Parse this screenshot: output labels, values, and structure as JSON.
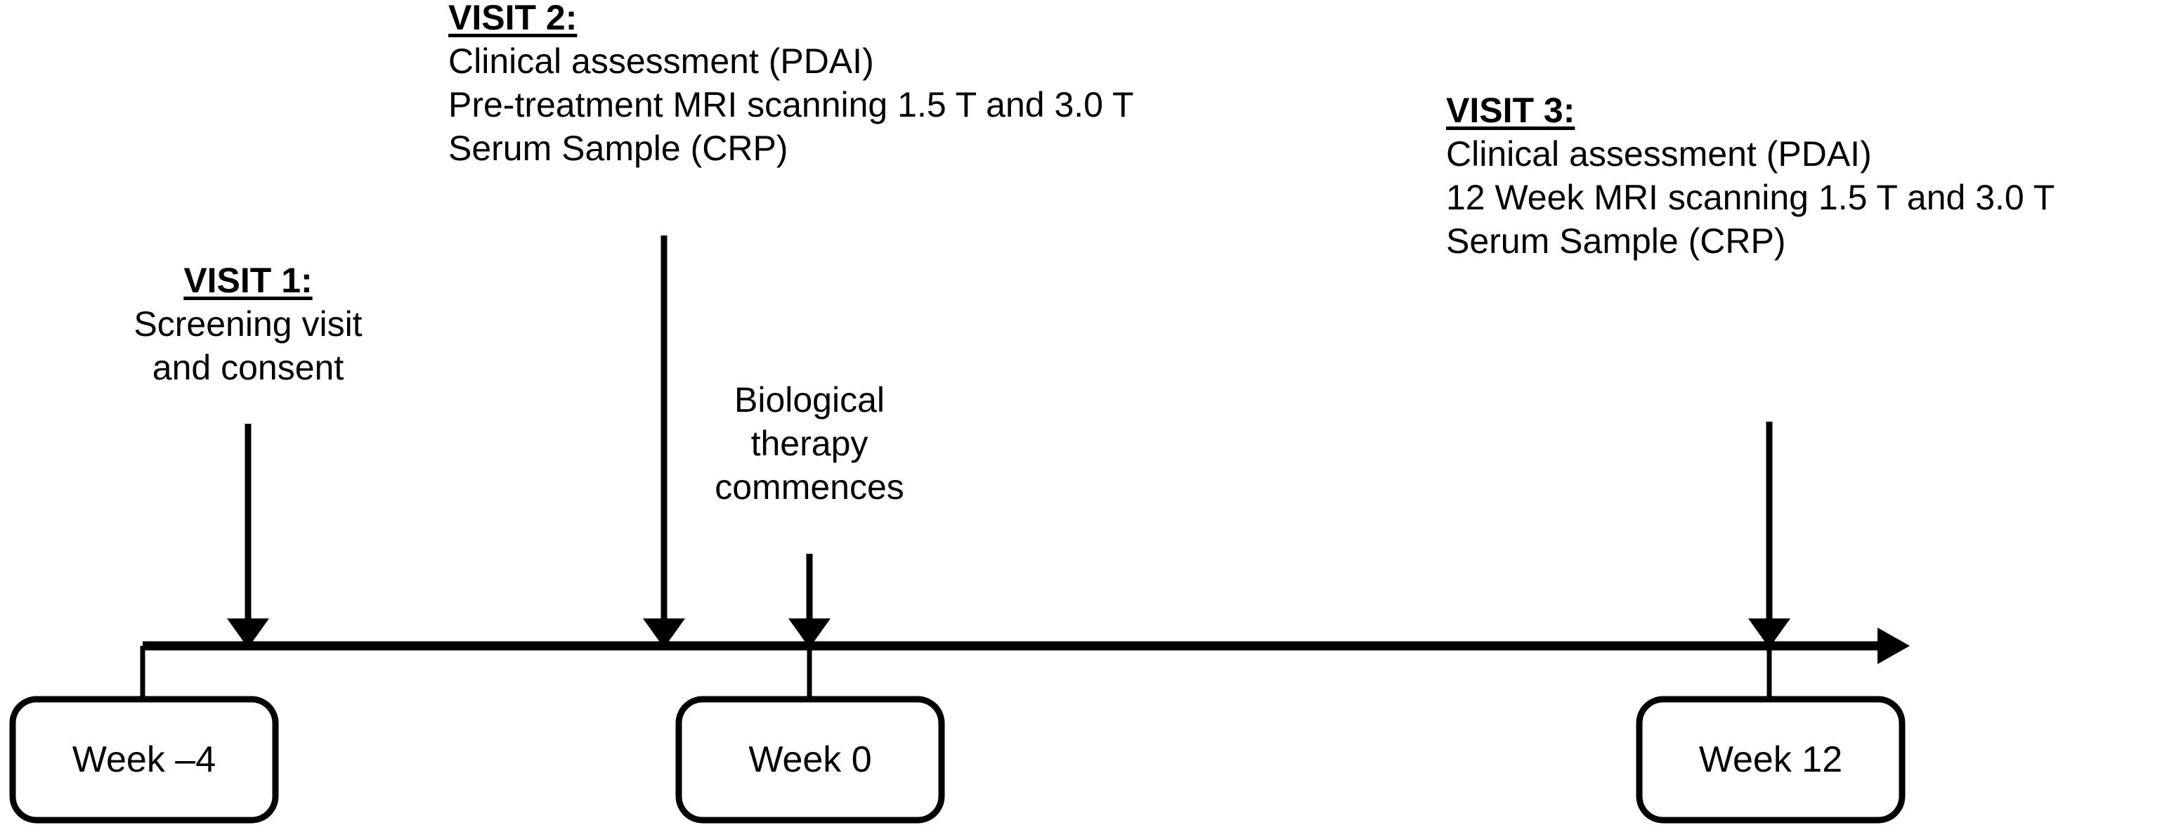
{
  "diagram": {
    "type": "study-timeline-flowchart",
    "background_color": "#ffffff",
    "stroke_color": "#000000",
    "timeline": {
      "axis_label": "",
      "arrow_direction": "right"
    },
    "annotations": [
      {
        "id": "visit-1",
        "heading": "VISIT 1:",
        "lines": [
          "Screening visit",
          "and consent"
        ],
        "align": "center"
      },
      {
        "id": "visit-2",
        "heading": "VISIT 2:",
        "lines": [
          "Clinical assessment (PDAI)",
          "Pre-treatment MRI scanning 1.5 T and 3.0 T",
          "Serum Sample (CRP)"
        ],
        "align": "left"
      },
      {
        "id": "biological-therapy",
        "heading": "",
        "lines": [
          "Biological",
          "therapy",
          "commences"
        ],
        "align": "center"
      },
      {
        "id": "visit-3",
        "heading": "VISIT 3:",
        "lines": [
          "Clinical assessment (PDAI)",
          "12 Week MRI scanning 1.5 T and 3.0 T",
          "Serum Sample (CRP)"
        ],
        "align": "left"
      }
    ],
    "timepoints": [
      {
        "id": "week-minus-4",
        "label": "Week –4"
      },
      {
        "id": "week-0",
        "label": "Week 0"
      },
      {
        "id": "week-12",
        "label": "Week 12"
      }
    ]
  }
}
